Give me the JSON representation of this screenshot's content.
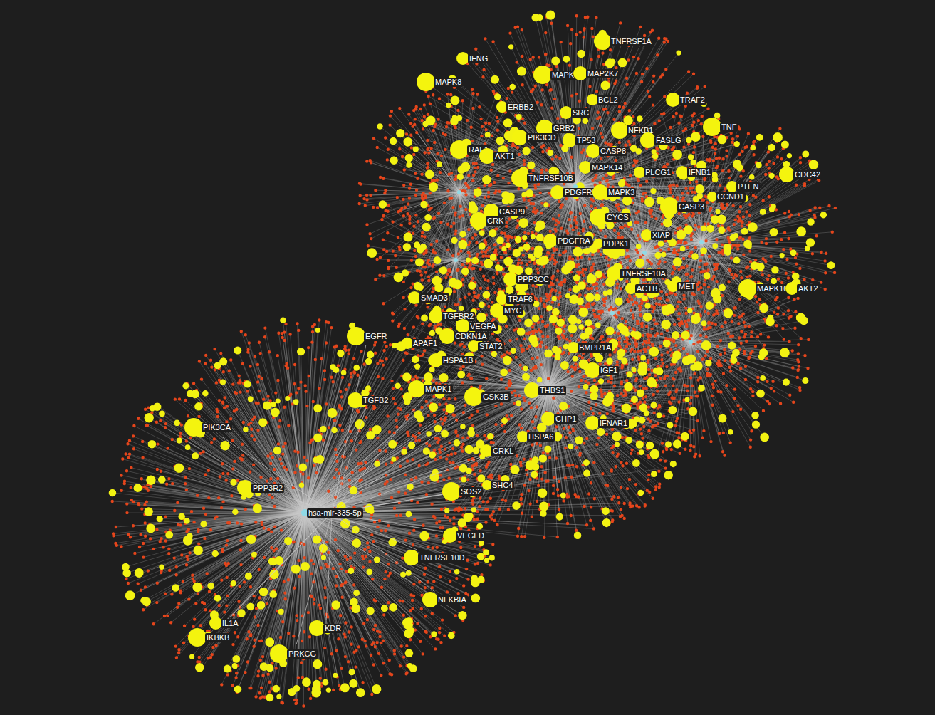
{
  "diagram": {
    "nodes": [
      {
        "text": [
          "TNFRSF1A"
        ]
      },
      {
        "text": [
          "IFNG"
        ]
      },
      {
        "text": [
          "MAPK8"
        ]
      },
      {
        "text": [
          "MAPK9"
        ]
      },
      {
        "text": [
          "MAP2K7"
        ]
      },
      {
        "text": [
          "TRAF2"
        ]
      },
      {
        "text": [
          "ERBB2"
        ]
      },
      {
        "text": [
          "BCL2"
        ]
      },
      {
        "text": [
          "SRC"
        ]
      },
      {
        "text": [
          "TNF"
        ]
      },
      {
        "text": [
          "GRB2"
        ]
      },
      {
        "text": [
          "NFKB1"
        ]
      },
      {
        "text": [
          "FASLG"
        ]
      },
      {
        "text": [
          "PIK3CD"
        ]
      },
      {
        "text": [
          "TP53"
        ]
      },
      {
        "text": [
          "RAF1"
        ]
      },
      {
        "text": [
          "AKT1"
        ]
      },
      {
        "text": [
          "CASP8"
        ]
      },
      {
        "text": [
          "MAPK14"
        ]
      },
      {
        "text": [
          "PLCG1"
        ]
      },
      {
        "text": [
          "IFNB1"
        ]
      },
      {
        "text": [
          "CDC42"
        ]
      },
      {
        "text": [
          "TNFRSF10B"
        ]
      },
      {
        "text": [
          "PTEN"
        ]
      },
      {
        "text": [
          "PDGFRB"
        ]
      },
      {
        "text": [
          "MAPK3"
        ]
      },
      {
        "text": [
          "CCND1"
        ]
      },
      {
        "text": [
          "CASP9"
        ]
      },
      {
        "text": [
          "CASP3"
        ]
      },
      {
        "text": [
          "CRK"
        ]
      },
      {
        "text": [
          "CYCS"
        ]
      },
      {
        "text": [
          "XIAP"
        ]
      },
      {
        "text": [
          "PDGFRA"
        ]
      },
      {
        "text": [
          "PDPK1"
        ]
      },
      {
        "text": [
          "TNFRSF10A"
        ]
      },
      {
        "text": [
          "PPP3CC"
        ]
      },
      {
        "text": [
          "MAPK10"
        ]
      },
      {
        "text": [
          "AKT2"
        ]
      },
      {
        "text": [
          "ACTB"
        ]
      },
      {
        "text": [
          "MET"
        ]
      },
      {
        "text": [
          "SMAD3"
        ]
      },
      {
        "text": [
          "TRAF6"
        ]
      },
      {
        "text": [
          "MYC"
        ]
      },
      {
        "text": [
          "TGFBR2"
        ]
      },
      {
        "text": [
          "VEGFA"
        ]
      },
      {
        "text": [
          "EGFR"
        ]
      },
      {
        "text": [
          "CDKN1A"
        ]
      },
      {
        "text": [
          "APAF1"
        ]
      },
      {
        "text": [
          "STAT2"
        ]
      },
      {
        "text": [
          "BMPR1A"
        ]
      },
      {
        "text": [
          "HSPA1B"
        ]
      },
      {
        "text": [
          "IGF1"
        ]
      },
      {
        "text": [
          "MAPK1"
        ]
      },
      {
        "text": [
          "THBS1"
        ]
      },
      {
        "text": [
          "GSK3B"
        ]
      },
      {
        "text": [
          "TGFB2"
        ]
      },
      {
        "text": [
          "CHP1"
        ]
      },
      {
        "text": [
          "IFNAR1"
        ]
      },
      {
        "text": [
          "PIK3CA"
        ]
      },
      {
        "text": [
          "HSPA6"
        ]
      },
      {
        "text": [
          "CRKL"
        ]
      },
      {
        "text": [
          "SHC4"
        ]
      },
      {
        "text": [
          "PPP3R2"
        ]
      },
      {
        "text": [
          "SOS2"
        ]
      },
      {
        "text": [
          "hsa-mir-335-5p"
        ]
      },
      {
        "text": [
          "VEGFD"
        ]
      },
      {
        "text": [
          "TNFRSF10D"
        ]
      },
      {
        "text": [
          "NFKBIA"
        ]
      },
      {
        "text": [
          "IL1A"
        ]
      },
      {
        "text": [
          "KDR"
        ]
      },
      {
        "text": [
          "IKBKB"
        ]
      },
      {
        "text": [
          "PRKCG"
        ]
      }
    ],
    "edges": [
      {
        "from": 64,
        "to": 58,
        "arrow": "none"
      },
      {
        "from": 64,
        "to": 62,
        "arrow": "none"
      },
      {
        "from": 64,
        "to": 68,
        "arrow": "none"
      },
      {
        "from": 64,
        "to": 69,
        "arrow": "none"
      },
      {
        "from": 64,
        "to": 70,
        "arrow": "none"
      },
      {
        "from": 64,
        "to": 71,
        "arrow": "none"
      },
      {
        "from": 64,
        "to": 67,
        "arrow": "none"
      },
      {
        "from": 64,
        "to": 66,
        "arrow": "none"
      },
      {
        "from": 64,
        "to": 65,
        "arrow": "none"
      },
      {
        "from": 64,
        "to": 63,
        "arrow": "none"
      },
      {
        "from": 64,
        "to": 55,
        "arrow": "none"
      },
      {
        "from": 64,
        "to": 45,
        "arrow": "none"
      },
      {
        "from": 64,
        "to": 52,
        "arrow": "none"
      },
      {
        "from": 64,
        "to": 60,
        "arrow": "none"
      },
      {
        "from": 64,
        "to": 61,
        "arrow": "none"
      },
      {
        "from": 64,
        "to": 54,
        "arrow": "none"
      }
    ]
  }
}
